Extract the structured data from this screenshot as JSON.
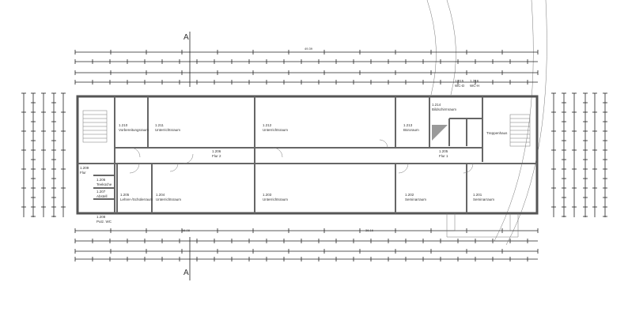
{
  "section_marker": "A",
  "dimensions": {
    "overall": "49.39",
    "bottom_left": "16.08",
    "bottom_right": "36.16"
  },
  "rooms": [
    {
      "number": "1.210",
      "name": "Vorbereitungsraum"
    },
    {
      "number": "1.211",
      "name": "Unterrichtsraum"
    },
    {
      "number": "1.212",
      "name": "Unterrichtsraum"
    },
    {
      "number": "1.213",
      "name": "Büroraum"
    },
    {
      "number": "1.214",
      "name": "Bildschirmraum"
    },
    {
      "number": "1.215",
      "name": "WC-D"
    },
    {
      "number": "1.216",
      "name": "WC-H"
    },
    {
      "number": "1.206",
      "name": "Flur 2"
    },
    {
      "number": "1.205",
      "name": "Flur 1"
    },
    {
      "number": "1.209",
      "name": "Flur"
    },
    {
      "number": "1.206",
      "name": "Teeküche"
    },
    {
      "number": "1.207",
      "name": "Abstell"
    },
    {
      "number": "1.208",
      "name": "Putz. WC"
    },
    {
      "number": "1.205",
      "name": "Lehrer-/Schülerraum"
    },
    {
      "number": "1.204",
      "name": "Unterrichtsraum"
    },
    {
      "number": "1.203",
      "name": "Unterrichtsraum"
    },
    {
      "number": "1.202",
      "name": "Seminarraum"
    },
    {
      "number": "1.201",
      "name": "Seminarraum"
    },
    {
      "number": "",
      "name": "Treppenhaus"
    }
  ]
}
